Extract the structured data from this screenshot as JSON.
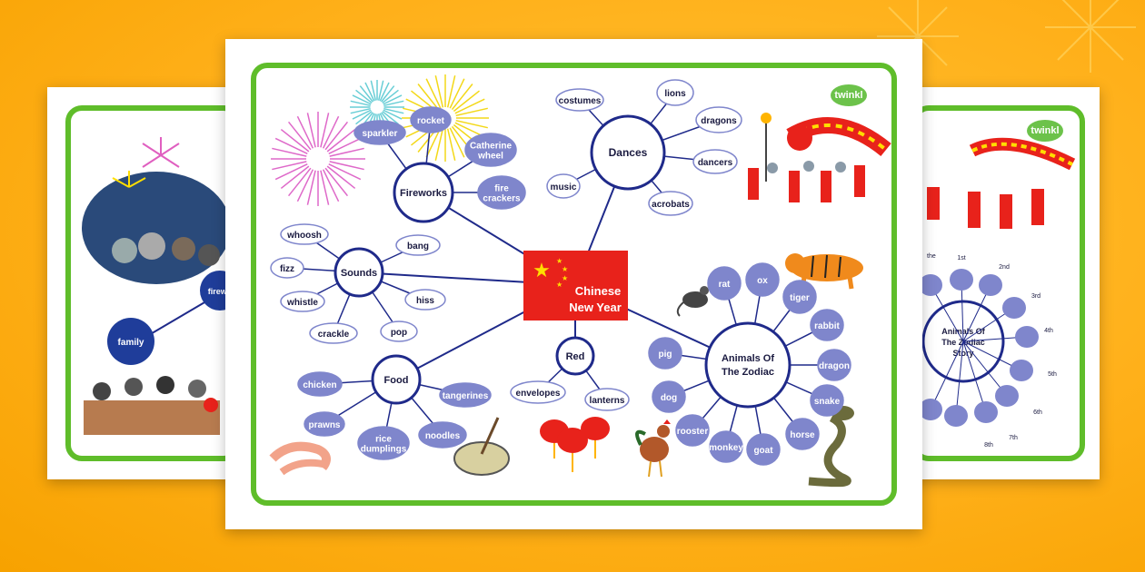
{
  "center": {
    "line1": "Chinese",
    "line2": "New Year"
  },
  "hubs": {
    "fireworks": "Fireworks",
    "dances": "Dances",
    "sounds": "Sounds",
    "food": "Food",
    "red": "Red",
    "zodiac": {
      "line1": "Animals Of",
      "line2": "The Zodiac"
    }
  },
  "fireworks_items": [
    {
      "line1": "sparkler",
      "line2": ""
    },
    {
      "line1": "rocket",
      "line2": ""
    },
    {
      "line1": "Catherine",
      "line2": "wheel"
    },
    {
      "line1": "fire",
      "line2": "crackers"
    }
  ],
  "dances_items": [
    "costumes",
    "lions",
    "dragons",
    "dancers",
    "acrobats",
    "music"
  ],
  "sounds_items": [
    "whoosh",
    "bang",
    "fizz",
    "whistle",
    "hiss",
    "crackle",
    "pop"
  ],
  "food_items": [
    {
      "line1": "chicken",
      "line2": ""
    },
    {
      "line1": "tangerines",
      "line2": ""
    },
    {
      "line1": "prawns",
      "line2": ""
    },
    {
      "line1": "rice",
      "line2": "dumplings"
    },
    {
      "line1": "noodles",
      "line2": ""
    }
  ],
  "red_items": [
    "envelopes",
    "lanterns"
  ],
  "zodiac_items": [
    "rat",
    "ox",
    "tiger",
    "rabbit",
    "dragon",
    "snake",
    "horse",
    "goat",
    "monkey",
    "rooster",
    "dog",
    "pig"
  ],
  "left_sheet": {
    "fireworks_label": "firewo",
    "family_label": "family"
  },
  "right_sheet": {
    "title_line1": "Animals Of",
    "title_line2": "The Zodiac",
    "title_line3": "Story",
    "ordinals": [
      "1st",
      "2nd",
      "3rd",
      "4th",
      "5th",
      "6th",
      "7th",
      "8th"
    ],
    "the_label": "the"
  },
  "brand": "twinkl",
  "colors": {
    "frame": "#5fbd2a",
    "bubble": "#7f86cc",
    "line": "#1f2a8a",
    "flag": "#e8221b",
    "star": "#ffde00",
    "background": "#ffb01a"
  }
}
